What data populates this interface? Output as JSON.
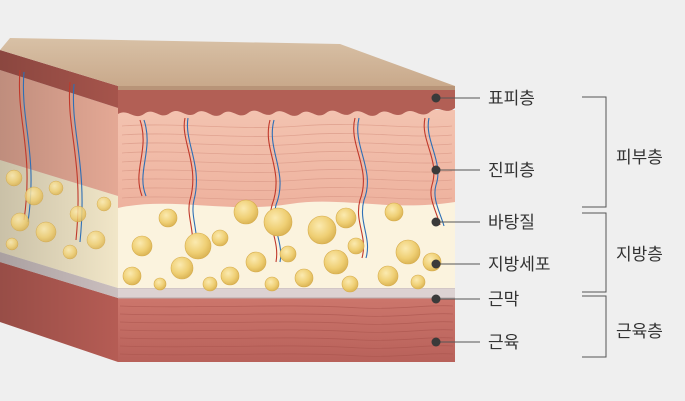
{
  "diagram": {
    "labels": [
      {
        "id": "epidermis",
        "text": "표피층"
      },
      {
        "id": "dermis",
        "text": "진피층"
      },
      {
        "id": "matrix",
        "text": "바탕질"
      },
      {
        "id": "fat-cell",
        "text": "지방세포"
      },
      {
        "id": "fascia",
        "text": "근막"
      },
      {
        "id": "muscle",
        "text": "근육"
      }
    ],
    "groups": [
      {
        "id": "skin-layer",
        "text": "피부층"
      },
      {
        "id": "fat-layer",
        "text": "지방층"
      },
      {
        "id": "muscle-layer",
        "text": "근육층"
      }
    ]
  },
  "colors": {
    "background": "#efefef",
    "surface": "#d4b89a",
    "epidermis": "#b5645a",
    "dermis": "#efb8a4",
    "fat_matrix": "#fbf3dd",
    "fat_cell": "#f0d27c",
    "fascia": "#d9cfcf",
    "muscle": "#c56d64",
    "side_shade": "#a55049",
    "leader": "#555555",
    "dot": "#3a3a3a"
  }
}
